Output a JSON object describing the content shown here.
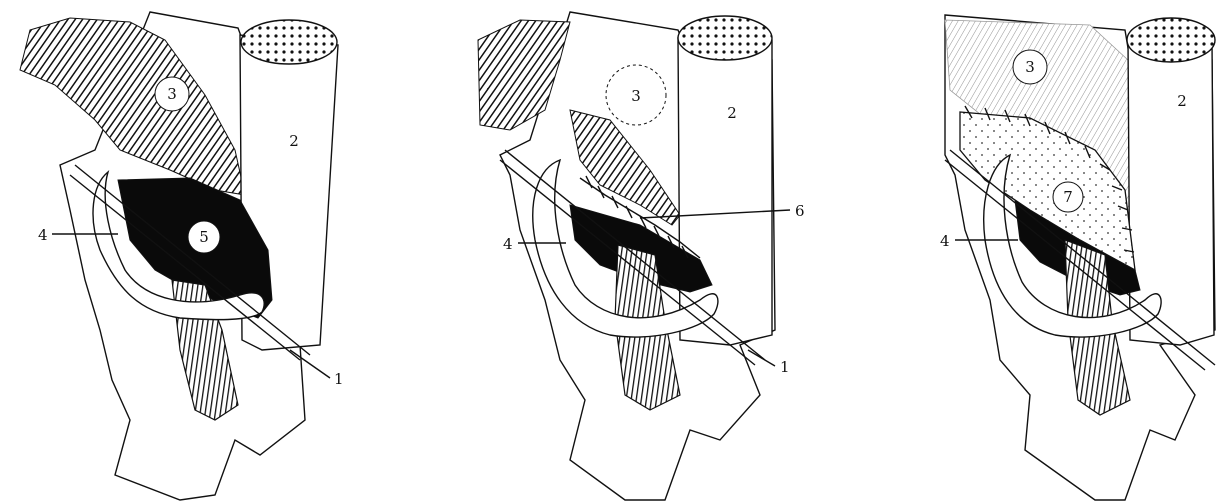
{
  "panels": [
    {
      "labels": {
        "l1": "1",
        "l2": "2",
        "l3": "3",
        "l4": "4",
        "l5": "5"
      }
    },
    {
      "labels": {
        "l1": "1",
        "l2": "2",
        "l3": "3",
        "l4": "4",
        "l6": "6"
      }
    },
    {
      "labels": {
        "l2": "2",
        "l3": "3",
        "l4": "4",
        "l7": "7"
      }
    }
  ],
  "style": {
    "ink": "#111111",
    "background": "#ffffff"
  }
}
